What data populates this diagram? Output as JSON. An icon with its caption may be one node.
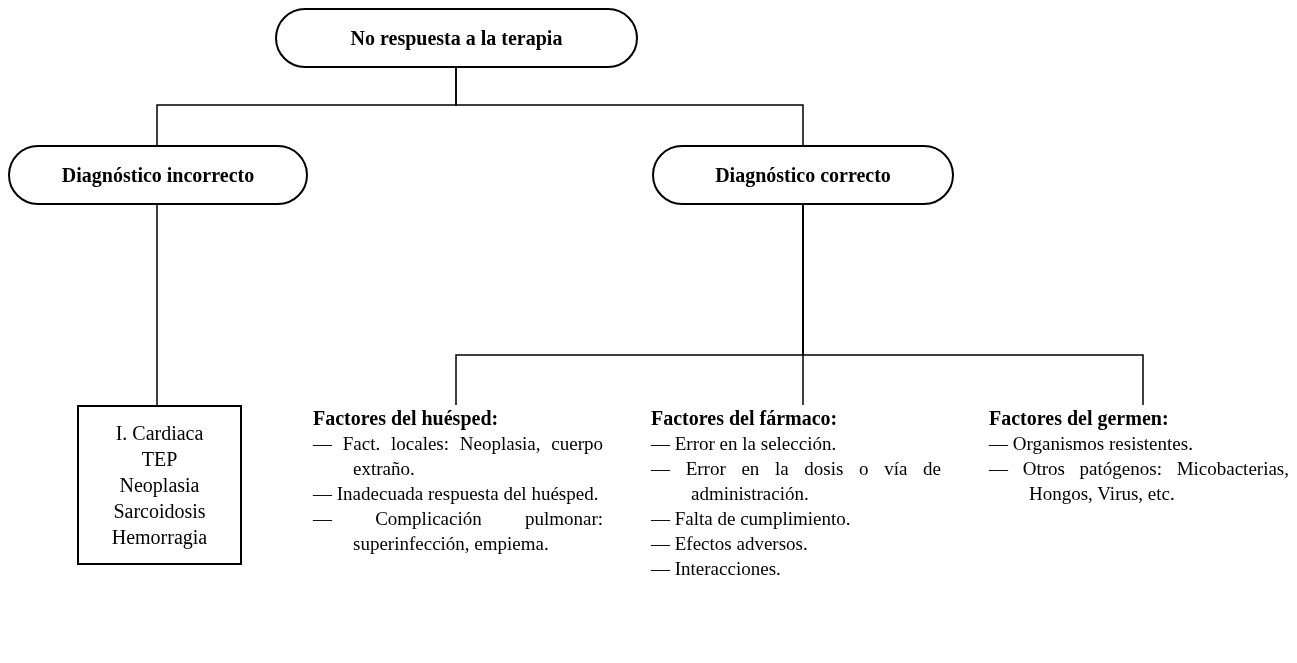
{
  "diagram": {
    "nodes": [
      {
        "text": [
          "No respuesta a la terapia"
        ]
      },
      {
        "text": [
          "Diagnóstico incorrecto"
        ]
      },
      {
        "text": [
          "Diagnóstico correcto"
        ]
      },
      {
        "text": [
          "I. Cardiaca",
          "TEP",
          "Neoplasia",
          "Sarcoidosis",
          "Hemorragia"
        ]
      },
      {
        "text": [
          "Factores del huésped:",
          "— Fact. locales: Neoplasia, cuerpo extraño.",
          "— Inadecuada respuesta del huésped.",
          "— Complicación pulmonar: superinfección, empiema."
        ]
      },
      {
        "text": [
          "Factores del fármaco:",
          "— Error en la selección.",
          "— Error en la dosis o vía de administración.",
          "— Falta de cumplimiento.",
          "— Efectos adversos.",
          "— Interacciones."
        ]
      },
      {
        "text": [
          "Factores del germen:",
          "— Organismos resistentes.",
          "— Otros patógenos: Micobacterias, Hongos, Virus, etc."
        ]
      }
    ],
    "edges": [
      {
        "from": 0,
        "to": 1,
        "arrow": "none"
      },
      {
        "from": 0,
        "to": 2,
        "arrow": "none"
      },
      {
        "from": 1,
        "to": 3,
        "arrow": "none"
      },
      {
        "from": 2,
        "to": 4,
        "arrow": "none"
      },
      {
        "from": 2,
        "to": 5,
        "arrow": "none"
      },
      {
        "from": 2,
        "to": 6,
        "arrow": "none"
      }
    ]
  }
}
